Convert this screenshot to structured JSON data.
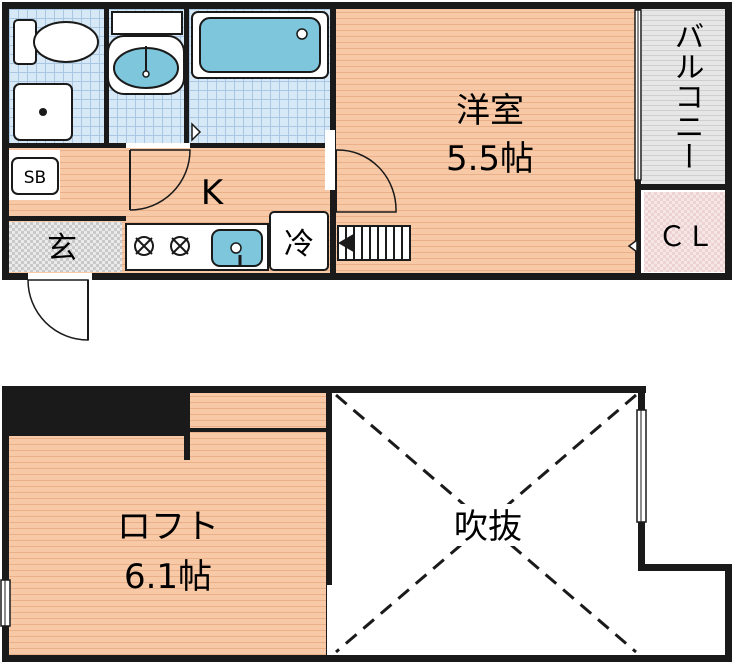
{
  "floor_main": {
    "room_label": "洋室",
    "room_size": "5.5帖",
    "kitchen_label": "K",
    "entrance_label": "玄",
    "shoebox_label": "SB",
    "fridge_label": "冷",
    "balcony_label": "バルコニー",
    "closet_label": "ＣＬ"
  },
  "floor_loft": {
    "loft_label": "ロフト",
    "loft_size": "6.1帖",
    "void_label": "吹抜"
  },
  "colors": {
    "wall": "#1a1a1a",
    "floor_wood": "#f7c9a6",
    "floor_wood_line": "#eab08a",
    "wet_tile": "#d7e8f6",
    "fixture_blue": "#7dc6dc",
    "balcony": "#e4e4e4",
    "closet": "#f3e0e0"
  }
}
